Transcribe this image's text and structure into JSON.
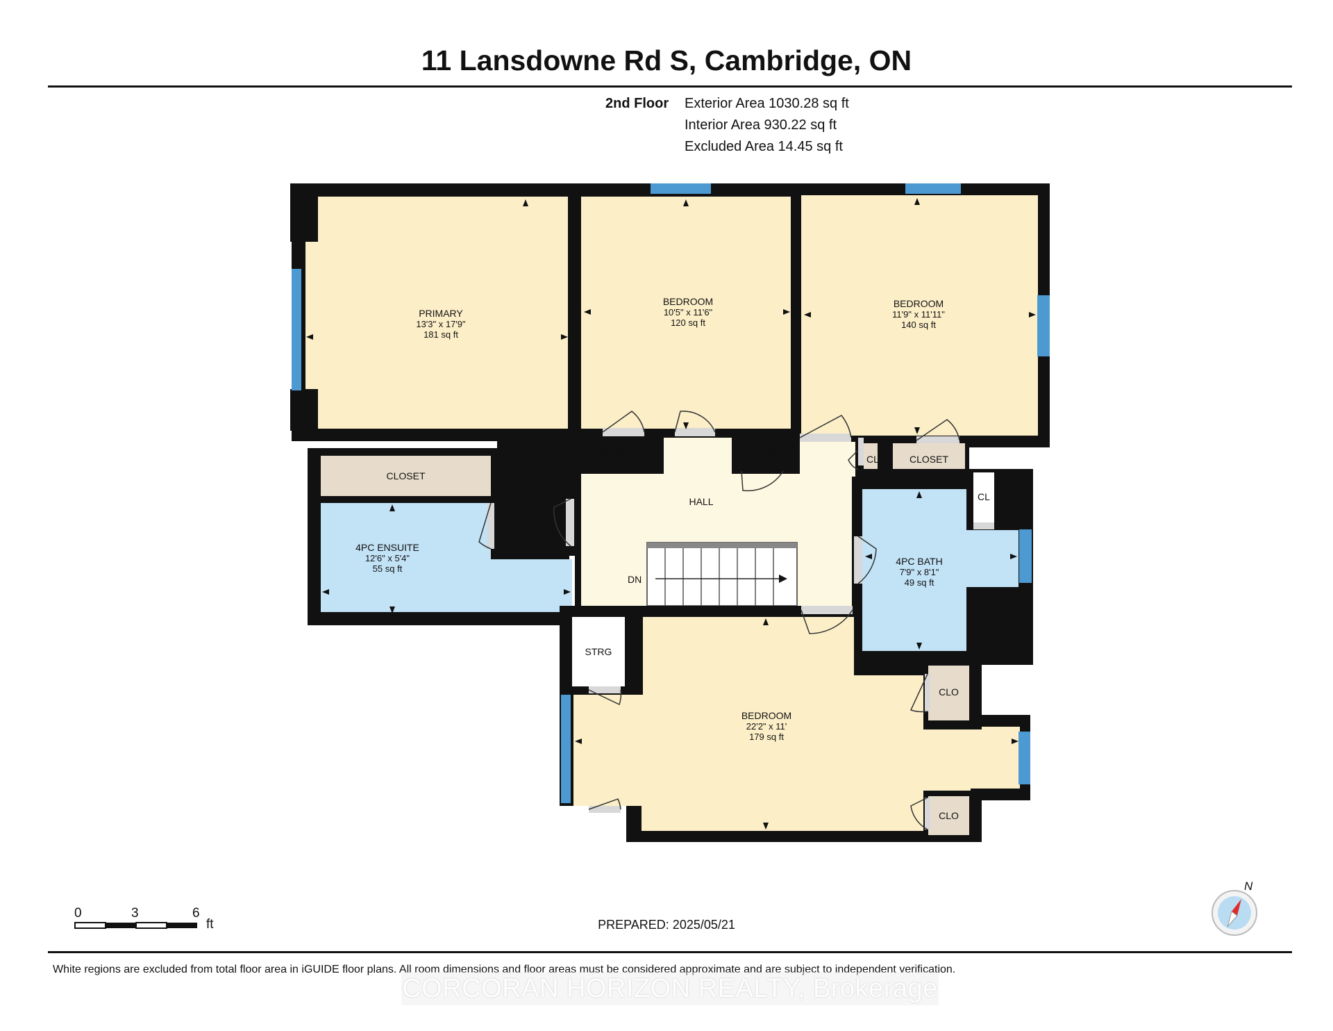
{
  "title": "11 Lansdowne Rd S, Cambridge, ON",
  "floor": {
    "name": "2nd Floor",
    "exterior_area": "Exterior Area 1030.28 sq ft",
    "interior_area": "Interior Area 930.22 sq ft",
    "excluded_area": "Excluded Area 14.45 sq ft"
  },
  "rooms": {
    "primary": {
      "name": "PRIMARY",
      "dims": "13'3\" x 17'9\"",
      "area": "181 sq ft"
    },
    "bedroom_a": {
      "name": "BEDROOM",
      "dims": "10'5\" x 11'6\"",
      "area": "120 sq ft"
    },
    "bedroom_b": {
      "name": "BEDROOM",
      "dims": "11'9\" x 11'11\"",
      "area": "140 sq ft"
    },
    "ensuite": {
      "name": "4PC ENSUITE",
      "dims": "12'6\" x 5'4\"",
      "area": "55 sq ft"
    },
    "bath": {
      "name": "4PC BATH",
      "dims": "7'9\" x 8'1\"",
      "area": "49 sq ft"
    },
    "bedroom_c": {
      "name": "BEDROOM",
      "dims": "22'2\" x 11'",
      "area": "179 sq ft"
    },
    "hall": {
      "name": "HALL"
    },
    "stairs": {
      "label": "DN"
    }
  },
  "closets": {
    "primary_closet": "CLOSET",
    "bedroom_a_closet": "CLOSET",
    "clo_hall": "CLO",
    "cl_small": "CL",
    "bedroom_b_closet": "CLOSET",
    "cl_bath": "CL",
    "strg": "STRG",
    "clo_upper": "CLO",
    "clo_lower": "CLO"
  },
  "scale": {
    "ticks": [
      "0",
      "3",
      "6"
    ],
    "unit": "ft"
  },
  "compass": {
    "label": "N"
  },
  "prepared": "PREPARED: 2025/05/21",
  "disclaimer": "White regions are excluded from total floor area in iGUIDE floor plans. All room dimensions and floor areas must be considered approximate and are subject to independent verification.",
  "watermark": "CORCORAN HORIZON REALTY, Brokerage",
  "colors": {
    "wall": "#111111",
    "room": "#fcefc8",
    "hall": "#fdf8e1",
    "bath": "#c2e2f6",
    "closet": "#e7dccb",
    "window": "#4d9ad3"
  }
}
